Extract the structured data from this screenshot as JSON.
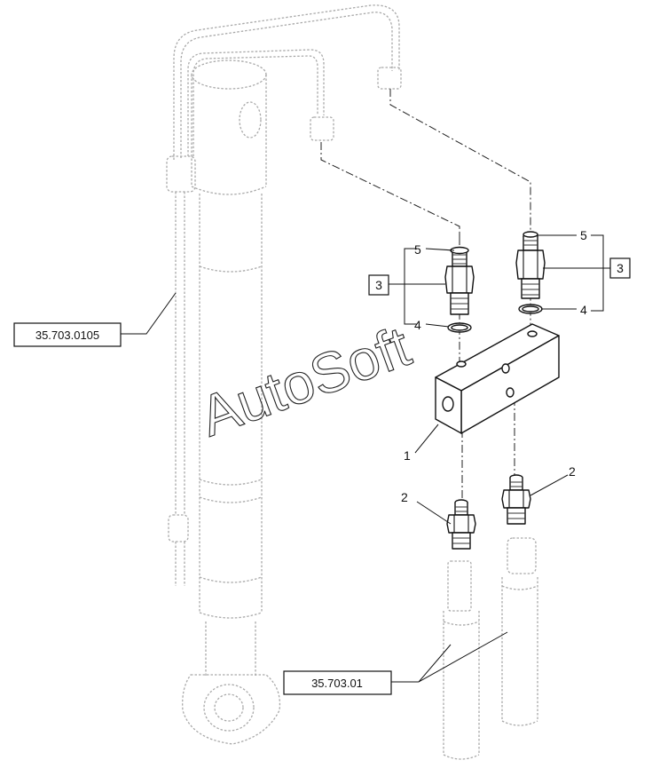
{
  "references": {
    "hose_ref_upper": "35.703.0105",
    "hose_ref_lower": "35.703.01"
  },
  "callouts": {
    "item_1": "1",
    "item_2_left": "2",
    "item_2_right": "2",
    "item_3_left": "3",
    "item_3_right": "3",
    "item_4_left": "4",
    "item_4_right": "4",
    "item_5_left": "5",
    "item_5_right": "5"
  },
  "watermark": "AutoSoft"
}
